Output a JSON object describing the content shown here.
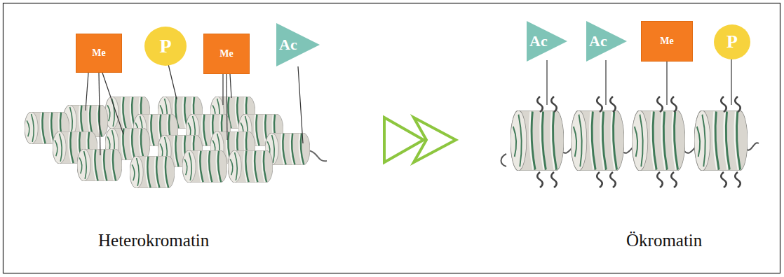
{
  "diagram": {
    "nodes": [
      {
        "text": [
          "Me"
        ]
      },
      {
        "text": [
          "P"
        ]
      },
      {
        "text": [
          "Me"
        ]
      },
      {
        "text": [
          "Ac"
        ]
      },
      {
        "text": [
          "Ac"
        ]
      },
      {
        "text": [
          "Ac"
        ]
      },
      {
        "text": [
          "Me"
        ]
      },
      {
        "text": [
          "P"
        ]
      }
    ],
    "labels": [
      "Heterokromatin",
      "Ökromatin"
    ]
  }
}
